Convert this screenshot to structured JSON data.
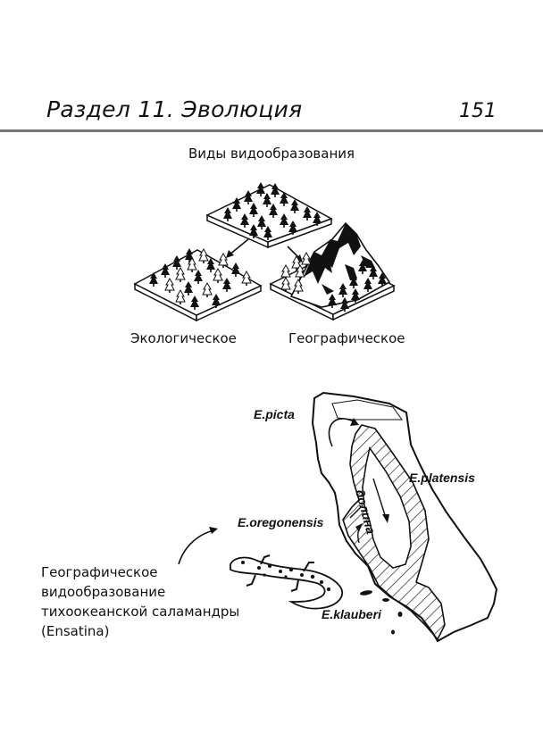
{
  "header": {
    "title": "Раздел 11.  Эволюция",
    "page_number": "151"
  },
  "speciation": {
    "title": "Виды видообразования",
    "ecological_label": "Экологическое",
    "geographic_label": "Географическое"
  },
  "salamander_map": {
    "species": [
      "E.picta",
      "E.platensis",
      "E.oregonensis",
      "E.klauberi"
    ],
    "valley_label": "долина",
    "caption_lines": [
      "Географическое",
      "видообразование",
      "тихоокеанской саламандры",
      "(Ensatina)"
    ]
  }
}
